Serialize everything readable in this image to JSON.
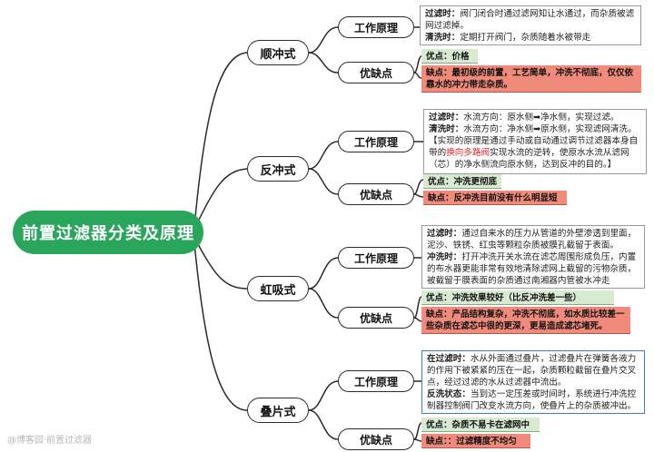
{
  "root": "前置过滤器分类及原理",
  "sections": [
    {
      "name": "顺冲式",
      "principle_label": "工作原理",
      "procon_label": "优缺点",
      "principle": [
        {
          "k": "过滤时：",
          "v": "阀门闭合时通过滤网知让水通过，而杂质被滤网过滤掉。"
        },
        {
          "k": "清洗时：",
          "v": "定期打开阀门，杂质随着水被带走"
        }
      ],
      "pro": "优点：价格低",
      "con": "缺点：最初级的前置，工艺简单，冲洗不彻底，仅仅依靠水的冲力带走杂质。"
    },
    {
      "name": "反冲式",
      "principle_label": "工作原理",
      "procon_label": "优缺点",
      "principle": [
        {
          "k": "过滤时：",
          "v": "水流方向：原水侧➡净水侧，实现过滤。"
        },
        {
          "k": "清洗时：",
          "v": "水流方向：净水侧➡原水侧，实现滤网清洗。"
        }
      ],
      "principle_note_pre": "【实现的原理是通过手动或自动通过调节过滤器本身自带的",
      "principle_note_red": "换向多路阀",
      "principle_note_post": "实现水流的逆转，使原水水流从滤网（芯）的净水侧流向原水侧，达到反冲的目的。】",
      "pro": "优点：冲洗更彻底",
      "con": "缺点：反冲洗目前没有什么明显短板"
    },
    {
      "name": "虹吸式",
      "principle_label": "工作原理",
      "procon_label": "优缺点",
      "principle": [
        {
          "k": "过滤时：",
          "v": "通过自来水的压力从管道的外壁渗透到里面，泥沙、铁锈、红虫等颗粒杂质被膜孔截留于表面。"
        },
        {
          "k": "冲洗时：",
          "v": "打开冲洗开关水流在滤芯周围形成负压，内置的布水器更能非常有效地清除滤网上截留的污物杂质，被截留于膜表面的杂质通过南湘器内管被水冲走"
        }
      ],
      "pro": "优点：冲洗效果较好（比反冲洗差一些）",
      "con": "缺点：产品结构复杂，冲洗不彻底，如水质比较差一些杂质在滤芯中很的更深，更易造成滤芯堵死。"
    },
    {
      "name": "叠片式",
      "principle_label": "工作原理",
      "procon_label": "优缺点",
      "principle": [
        {
          "k": "在过滤时：",
          "v": "水从外面通过叠片，过滤叠片在弹簧各液力的作用下被紧紧的压在一起，杂质颗粒截留在叠片交叉点，经过过滤的水从过滤器中流出。"
        },
        {
          "k": "反洗状态：",
          "v": "当到达一定压差或时间时，系统进行冲洗控制器控制阀门改变水流方向，使叠片上的杂质被冲出。"
        }
      ],
      "pro": "优点：杂质不易卡在滤网中",
      "con": "缺点：：过滤精度不均匀"
    }
  ],
  "watermark": "@博客园·前置过滤器",
  "colors": {
    "root": "#2aa55c",
    "pro": "#d9ead3",
    "con": "#f08a7a",
    "note_red": "#e0262b"
  }
}
